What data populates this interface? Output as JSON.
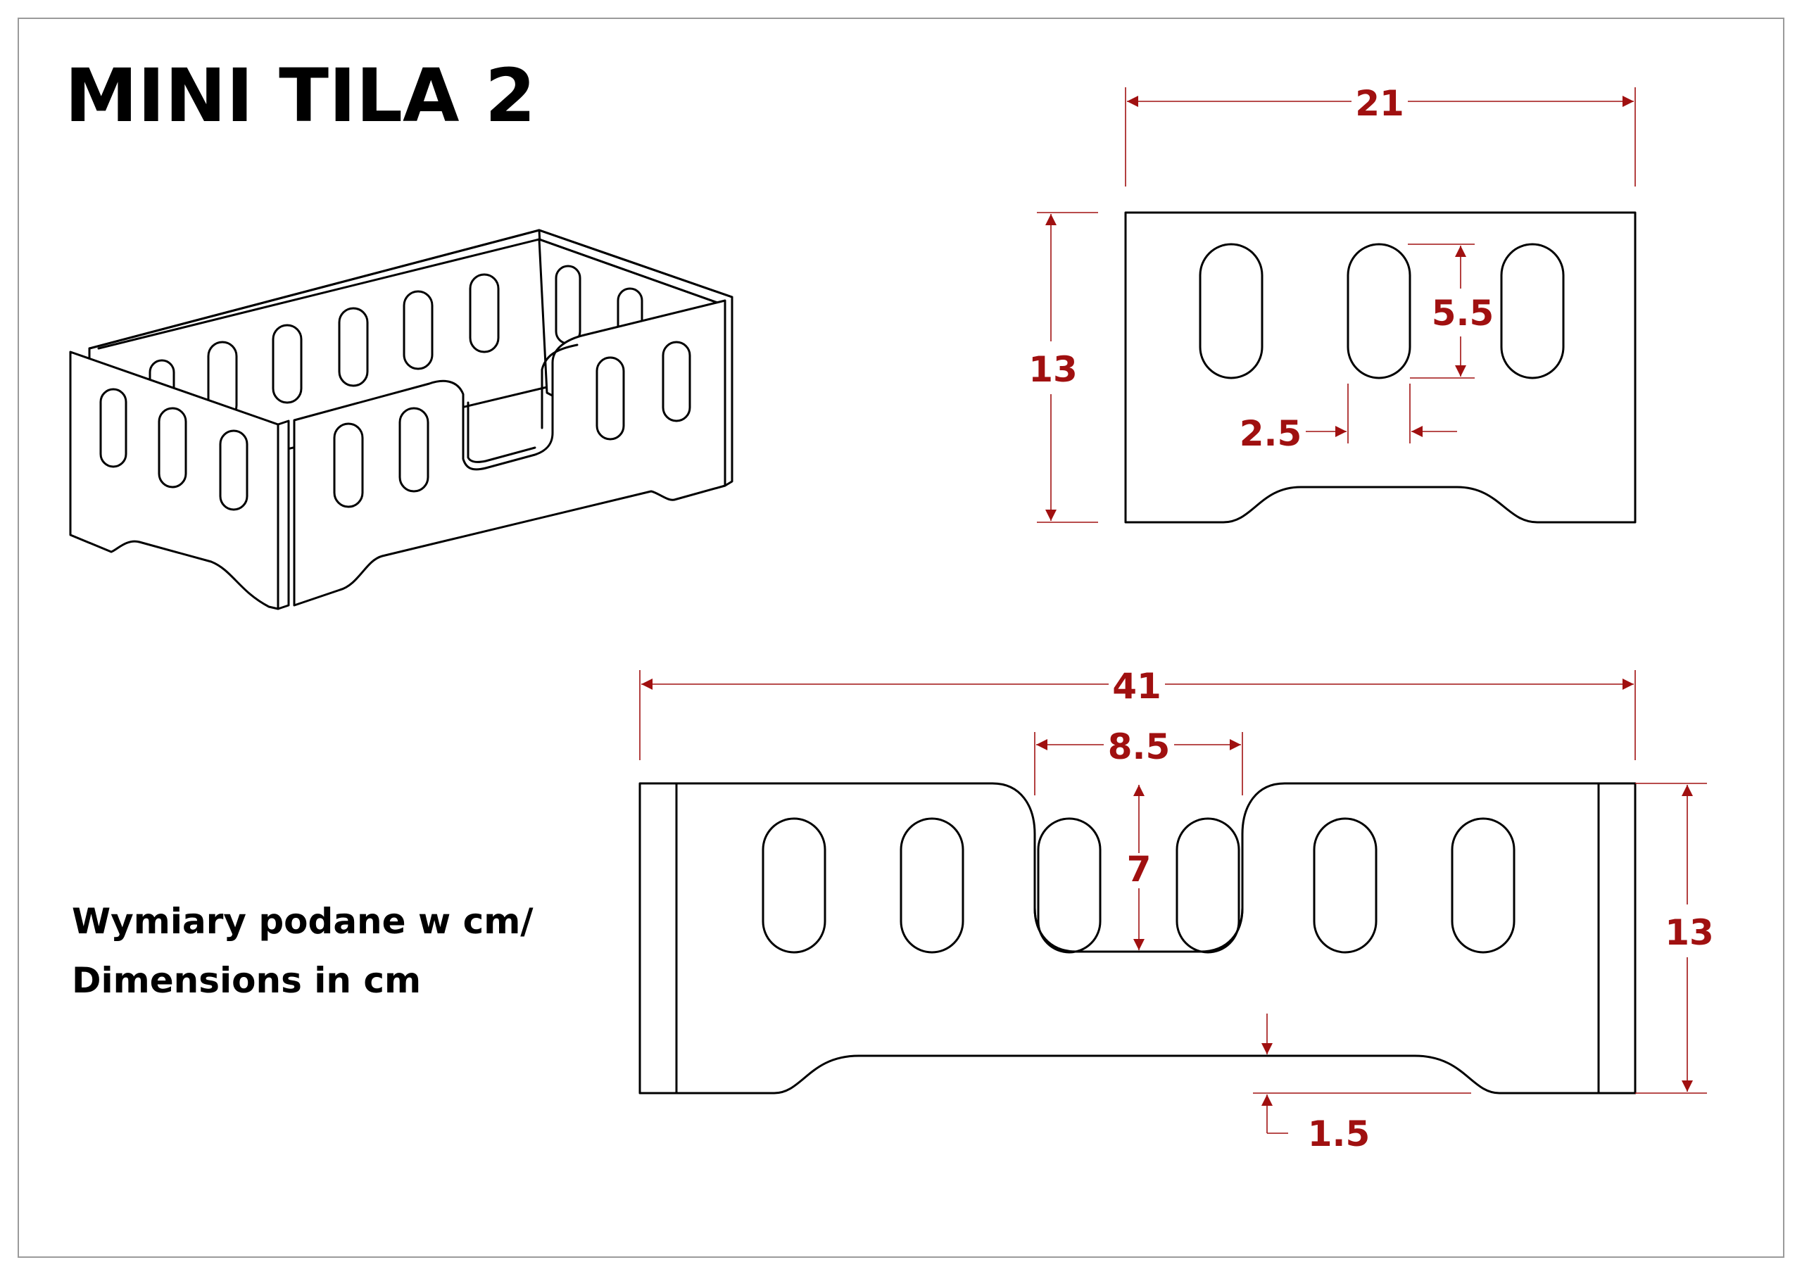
{
  "title": "MINI TILA 2",
  "note": {
    "line1": "Wymiary podane w cm/",
    "line2": "Dimensions in cm"
  },
  "side_view": {
    "width": "21",
    "height": "13",
    "slot_height": "5.5",
    "slot_gap": "2.5"
  },
  "front_view": {
    "length": "41",
    "notch_width": "8.5",
    "notch_depth": "7",
    "height": "13",
    "bottom_arch": "1.5"
  },
  "colors": {
    "dimension": "#a01010",
    "outline": "#000000"
  }
}
